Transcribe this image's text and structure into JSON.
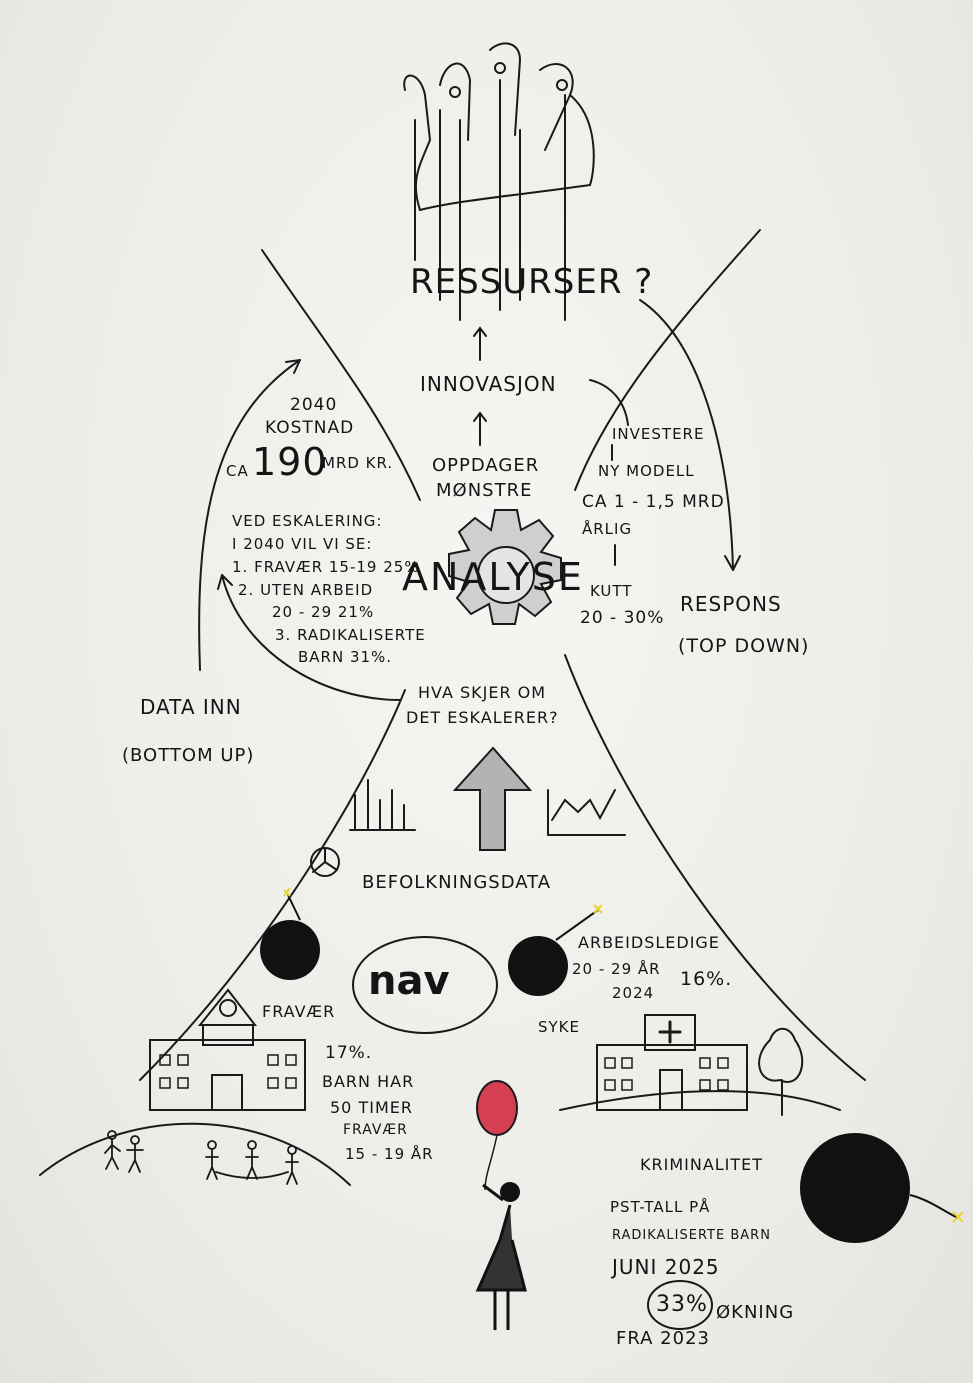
{
  "top": {
    "ressurser": "RESSURSER ?",
    "innovasjon": "INNOVASJON",
    "oppdager_line1": "OPPDAGER",
    "oppdager_line2": "MØNSTRE",
    "analyse": "ANALYSE"
  },
  "left": {
    "year": "2040",
    "kostnad": "KOSTNAD",
    "ca": "CA",
    "amount": "190",
    "unit": "MRD KR.",
    "escalation_title": "VED ESKALERING:",
    "escalation_sub": "I 2040 VIL VI SE:",
    "item1": "1. FRAVÆR 15-19 25%",
    "item2a": "2. UTEN ARBEID",
    "item2b": "20 - 29  21%",
    "item3a": "3. RADIKALISERTE",
    "item3b": "BARN 31%.",
    "data_inn": "DATA INN",
    "bottom_up": "(BOTTOM UP)"
  },
  "right": {
    "investere": "INVESTERE",
    "ny_modell": "NY MODELL",
    "ca_mrd": "CA 1 - 1,5 MRD",
    "arlig": "ÅRLIG",
    "kutt": "KUTT",
    "kutt_pct": "20 - 30%",
    "respons": "RESPONS",
    "top_down": "(TOP DOWN)"
  },
  "middle": {
    "question_line1": "HVA SKJER OM",
    "question_line2": "DET ESKALERER?",
    "befolkningsdata": "BEFOLKNINGSDATA"
  },
  "bottom": {
    "nav_logo": "nav",
    "fravaer": "FRAVÆR",
    "fravaer_pct": "17%.",
    "barn_line1": "BARN HAR",
    "barn_line2": "50 TIMER",
    "barn_line3": "FRAVÆR",
    "barn_line4": "15 - 19 ÅR",
    "arbeidsledige": "ARBEIDSLEDIGE",
    "age_range": "20 - 29 ÅR",
    "year_2024": "2024",
    "arbeidsledige_pct": "16%.",
    "syke": "SYKE",
    "kriminalitet": "KRIMINALITET",
    "pst_line1": "PST-TALL PÅ",
    "pst_line2": "RADIKALISERTE BARN",
    "pst_line3": "JUNI 2025",
    "pct_circle": "33%",
    "okning": "ØKNING",
    "fra": "FRA 2023"
  },
  "colors": {
    "ink": "#151515",
    "paper": "#efefec",
    "balloon": "#d4404f",
    "fuse_spark": "#e8d530",
    "gear_fill": "#c9c9c9",
    "arrow_fill": "#b0b0b0"
  },
  "icons": [
    "puppet-hand-icon",
    "gear-icon",
    "bar-chart-icon",
    "line-chart-icon",
    "pie-chart-icon",
    "bomb-icon",
    "school-icon",
    "hospital-icon",
    "tree-icon",
    "girl-balloon-icon",
    "people-icon"
  ]
}
